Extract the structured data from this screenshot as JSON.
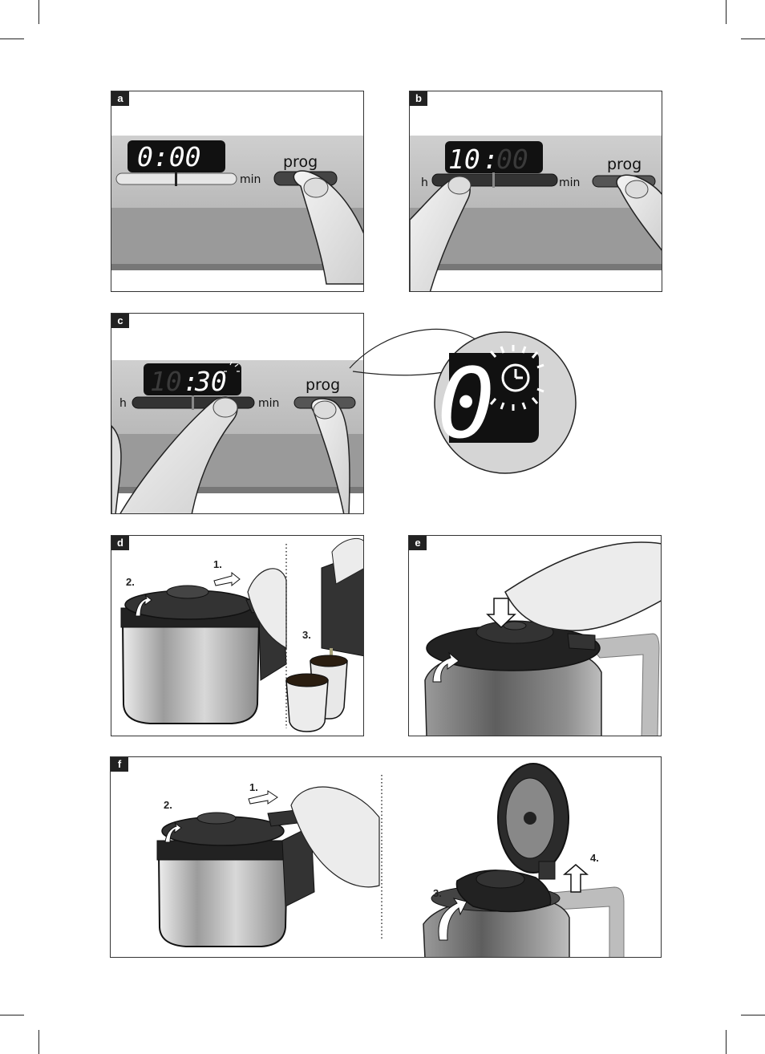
{
  "panels": {
    "a": {
      "tag": "a",
      "display": "0:00",
      "unit_min": "min",
      "button": "prog"
    },
    "b": {
      "tag": "b",
      "display_hours": "10",
      "display_minutes": "00",
      "unit_h": "h",
      "unit_min": "min",
      "button": "prog"
    },
    "c": {
      "tag": "c",
      "display_hours": "10",
      "display_minutes": "30",
      "unit_h": "h",
      "unit_min": "min",
      "button": "prog",
      "zoom_digit": "0"
    },
    "d": {
      "tag": "d",
      "steps": [
        "1.",
        "2.",
        "3."
      ]
    },
    "e": {
      "tag": "e"
    },
    "f": {
      "tag": "f",
      "steps": [
        "1.",
        "2.",
        "3.",
        "4."
      ]
    }
  },
  "icons": [
    "clock-icon",
    "finger-press",
    "arrow-right",
    "arrow-down",
    "arrow-up",
    "rotate-arrow"
  ]
}
